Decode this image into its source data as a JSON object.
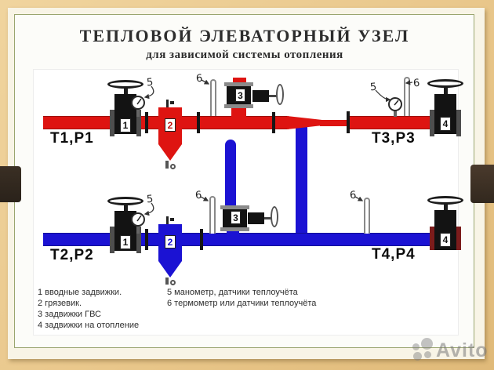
{
  "title": {
    "main": "ТЕПЛОВОЙ ЭЛЕВАТОРНЫЙ УЗЕЛ",
    "subtitle": "для зависимой системы отопления"
  },
  "diagram": {
    "pipe_labels": {
      "t1p1": "Т1,Р1",
      "t3p3": "Т3,Р3",
      "t2p2": "Т2,Р2",
      "t4p4": "Т4,Р4"
    },
    "tags": {
      "n1": "1",
      "n2": "2",
      "n3": "3",
      "n4": "4",
      "n5": "5",
      "n6": "6"
    },
    "colors": {
      "supply_pipe": "#de1411",
      "return_pipe": "#1b12d3",
      "valve_body": "#131313"
    }
  },
  "legend": {
    "column1": [
      "1 вводные задвижки.",
      "2 грязевик.",
      "3 задвижки ГВС",
      "4 задвижки на отопление"
    ],
    "column2": [
      "5 манометр, датчики теплоучёта",
      "6 термометр или датчики теплоучёта"
    ]
  },
  "watermark": {
    "text": "Avito"
  }
}
